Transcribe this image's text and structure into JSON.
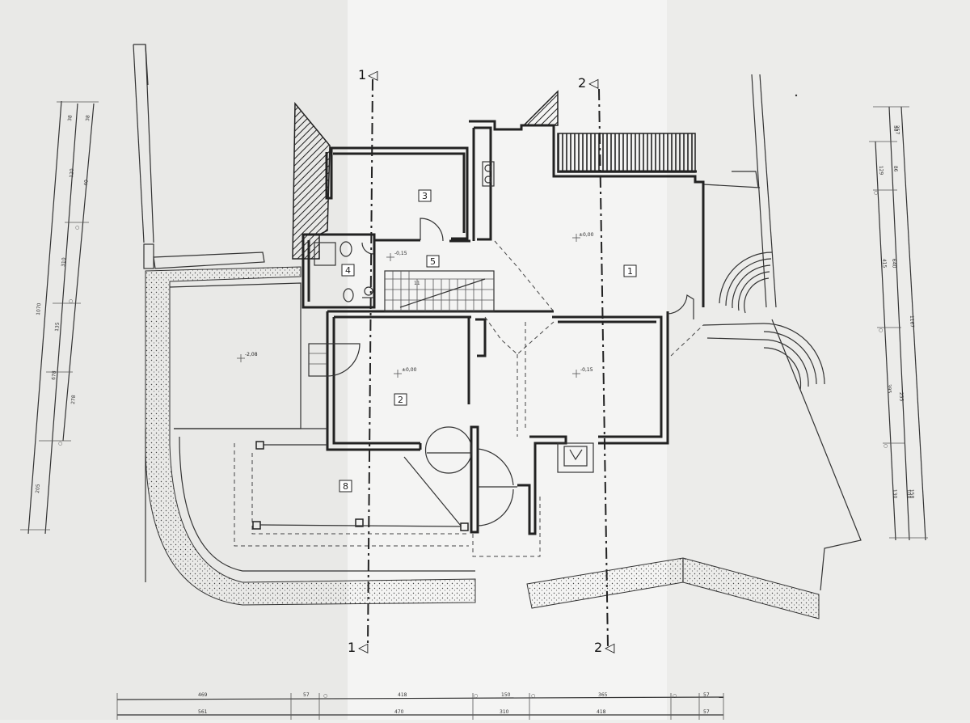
{
  "sheet": {
    "paper_color": "#eeeeec",
    "line_color": "#222222"
  },
  "rooms": [
    {
      "id": "room-1",
      "label": "1"
    },
    {
      "id": "room-2",
      "label": "2"
    },
    {
      "id": "room-3",
      "label": "3"
    },
    {
      "id": "room-4",
      "label": "4"
    },
    {
      "id": "room-5",
      "label": "5"
    },
    {
      "id": "room-8",
      "label": "8"
    }
  ],
  "levels": [
    "±0,00",
    "-0,15",
    "-2,08",
    "±0,00",
    "-0,15"
  ],
  "section_markers": {
    "top_1": "1",
    "top_2": "2",
    "bottom_1": "1",
    "bottom_2": "2"
  },
  "stair_number": "11",
  "dimensions": {
    "bottom_row1": [
      "469",
      "57",
      "418",
      "150",
      "365",
      "57"
    ],
    "bottom_row2": [
      "561",
      "470",
      "310",
      "418",
      "57"
    ],
    "left_row1": [
      "38",
      "120",
      "310",
      "135",
      "278",
      "205"
    ],
    "left_row2": [
      "1070",
      "678",
      "38",
      "40"
    ],
    "right_row1": [
      "38",
      "129",
      "415",
      "395",
      "130",
      "108",
      "255"
    ],
    "right_row2": [
      "1167",
      "640",
      "257",
      "86",
      "158"
    ]
  }
}
